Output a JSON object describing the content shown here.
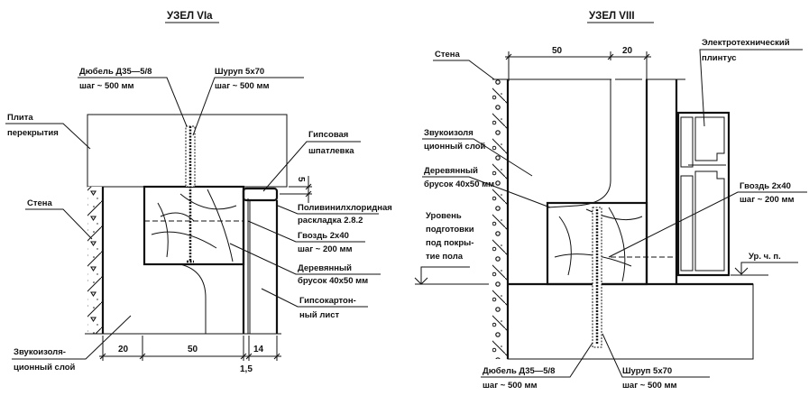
{
  "left": {
    "title": "УЗЕЛ VIa",
    "dowel": {
      "name": "Дюбель Д35—5/8",
      "step": "шаг ~ 500 мм"
    },
    "screw": {
      "name": "Шуруп 5х70",
      "step": "шаг ~ 500 мм"
    },
    "slab": [
      "Плита",
      "перекрытия"
    ],
    "putty": [
      "Гипсовая",
      "шпатлевка"
    ],
    "wall": "Стена",
    "pvc": [
      "Поливинилхлоридная",
      "раскладка 2.8.2"
    ],
    "nail": [
      "Гвоздь 2х40",
      "шаг ~ 200 мм"
    ],
    "bar": [
      "Деревянный",
      "брусок 40х50 мм"
    ],
    "drywall": [
      "Гипсокартон-",
      "ный лист"
    ],
    "insulation": [
      "Звукоизоля-",
      "ционный слой"
    ],
    "dims": {
      "d20": "20",
      "d50": "50",
      "d14": "14",
      "d15": "1,5",
      "d5": "5"
    }
  },
  "right": {
    "title": "УЗЕЛ VIII",
    "wall": "Стена",
    "dims": {
      "d50": "50",
      "d20": "20"
    },
    "plinth": [
      "Электротехнический",
      "плинтус"
    ],
    "insulation": [
      "Звукоизоля",
      "ционный слой"
    ],
    "bar": [
      "Деревянный",
      "брусок 40х50 мм"
    ],
    "nail": [
      "Гвоздь 2х40",
      "шаг ~ 200 мм"
    ],
    "level_prep": [
      "Уровень",
      "подготовки",
      "под покры-",
      "тие пола"
    ],
    "level_floor": "Ур. ч. п.",
    "dowel": {
      "name": "Дюбель Д35—5/8",
      "step": "шаг ~ 500 мм"
    },
    "screw": {
      "name": "Шуруп 5х70",
      "step": "шаг ~ 500 мм"
    }
  }
}
